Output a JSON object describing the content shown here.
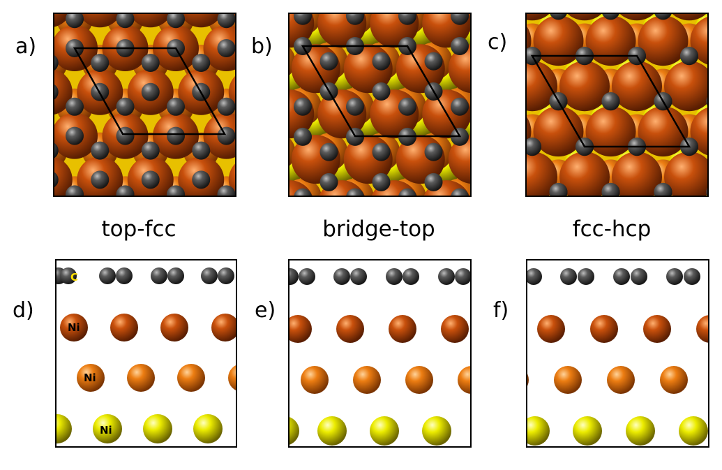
{
  "panels": {
    "a": {
      "label": "a)",
      "title": "top-fcc"
    },
    "b": {
      "label": "b)",
      "title": "bridge-top"
    },
    "c": {
      "label": "c)",
      "title": "fcc-hcp"
    },
    "d": {
      "label": "d)"
    },
    "e": {
      "label": "e)"
    },
    "f": {
      "label": "f)"
    }
  },
  "atom_labels": {
    "carbon": "C",
    "nickel": "Ni"
  },
  "colors": {
    "carbon": "#3a3a3a",
    "nickel_top": "#b8480a",
    "nickel_second": "#e6780f",
    "nickel_third": "#e8e000",
    "frame": "#000000"
  }
}
